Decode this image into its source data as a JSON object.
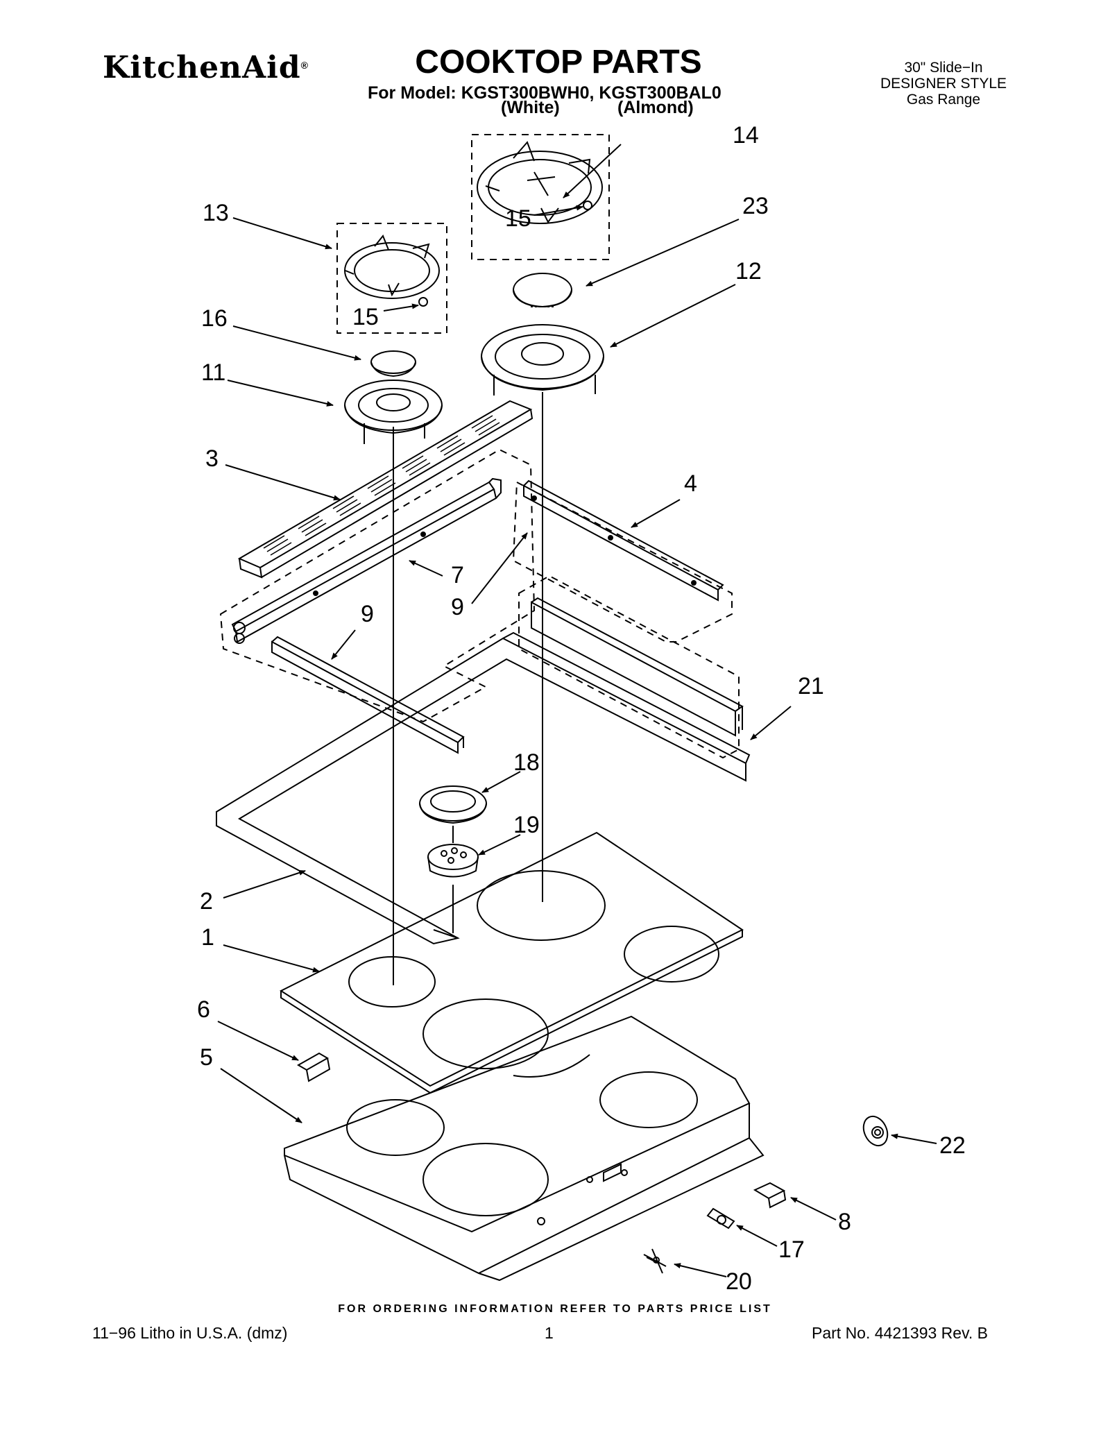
{
  "header": {
    "brand": "KitchenAid",
    "brand_mark": "®",
    "title": "COOKTOP PARTS",
    "model_line": "For Model: KGST300BWH0, KGST300BAL0",
    "color_white": "(White)",
    "color_almond": "(Almond)",
    "range_lines": [
      "30\" Slide−In",
      "DESIGNER STYLE",
      "Gas Range"
    ]
  },
  "callouts": {
    "c14": "14",
    "c13": "13",
    "c15a": "15",
    "c15b": "15",
    "c23": "23",
    "c12": "12",
    "c16": "16",
    "c11": "11",
    "c3": "3",
    "c4": "4",
    "c7": "7",
    "c9a": "9",
    "c9b": "9",
    "c21": "21",
    "c18": "18",
    "c19": "19",
    "c2": "2",
    "c1": "1",
    "c6": "6",
    "c5": "5",
    "c22": "22",
    "c8": "8",
    "c17": "17",
    "c20": "20"
  },
  "footer": {
    "ordering_note": "FOR ORDERING INFORMATION REFER TO PARTS PRICE LIST",
    "litho": "11−96 Litho in U.S.A. (dmz)",
    "page": "1",
    "part_no": "Part No. 4421393 Rev. B"
  }
}
